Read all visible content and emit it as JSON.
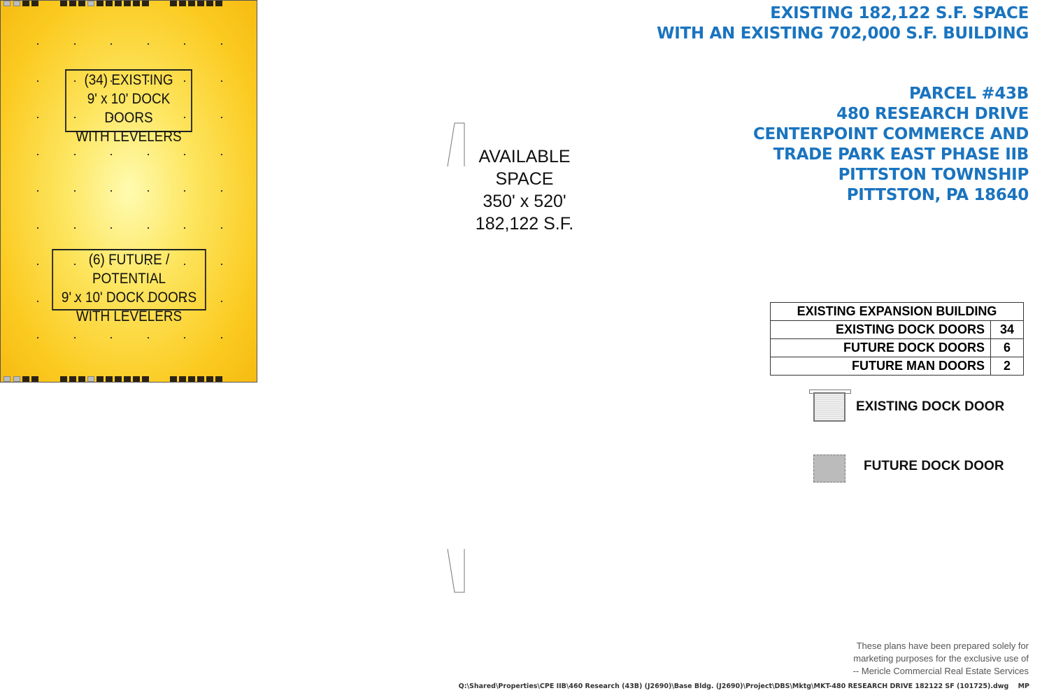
{
  "header": {
    "line1": "EXISTING 182,122 S.F. SPACE",
    "line2": "WITH AN EXISTING 702,000 S.F. BUILDING"
  },
  "address": [
    "PARCEL #43B",
    "480 RESEARCH DRIVE",
    "CENTERPOINT COMMERCE AND",
    "TRADE PARK EAST PHASE IIB",
    "PITTSTON TOWNSHIP",
    "PITTSTON, PA 18640"
  ],
  "plan": {
    "existing_box": [
      "(34) EXISTING",
      "9' x 10' DOCK DOORS",
      "WITH LEVELERS"
    ],
    "space": [
      "AVAILABLE",
      "SPACE",
      "350' x 520'",
      "182,122 S.F."
    ],
    "future_box": [
      "(6) FUTURE / POTENTIAL",
      "9' x 10' DOCK DOORS",
      "WITH LEVELERS"
    ]
  },
  "summary_table": {
    "title": "EXISTING EXPANSION BUILDING",
    "rows": [
      {
        "label": "EXISTING DOCK DOORS",
        "value": "34"
      },
      {
        "label": "FUTURE DOCK DOORS",
        "value": "6"
      },
      {
        "label": "FUTURE MAN DOORS",
        "value": "2"
      }
    ]
  },
  "legend": {
    "existing": "EXISTING DOCK DOOR",
    "future": "FUTURE DOCK DOOR"
  },
  "colors": {
    "title": "#1a74bf",
    "space_fill": "#fbcb22"
  },
  "disclaimer": [
    "These plans have been prepared solely for",
    "marketing purposes for the exclusive use of",
    "-- Mericle Commercial Real Estate Services"
  ],
  "file_path": "Q:\\Shared\\Properties\\CPE IIB\\460 Research (43B) (J2690)\\Base Bldg. (J2690)\\Project\\DBS\\Mktg\\MKT-480 RESEARCH DRIVE 182122 SF (101725).dwg",
  "initials": "MP"
}
